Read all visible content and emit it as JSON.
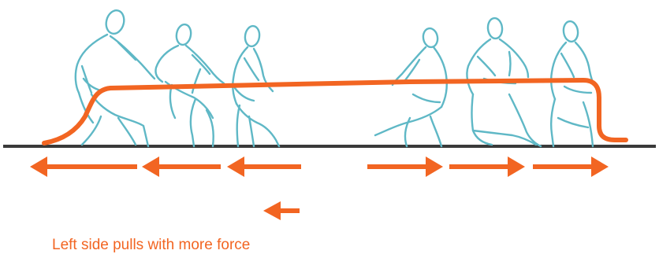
{
  "caption": "Left side pulls with more force",
  "colors": {
    "figure_stroke": "#5fb8c6",
    "rope": "#f26522",
    "arrow": "#f26522",
    "ground": "#3a3a3a",
    "caption_text": "#f26522"
  },
  "figures": {
    "left_team": [
      "person-1",
      "person-2",
      "person-3"
    ],
    "right_team": [
      "person-4",
      "person-5",
      "person-6"
    ]
  },
  "force_arrows": {
    "left_team_direction": "left",
    "right_team_direction": "right",
    "net_force_direction": "left"
  }
}
